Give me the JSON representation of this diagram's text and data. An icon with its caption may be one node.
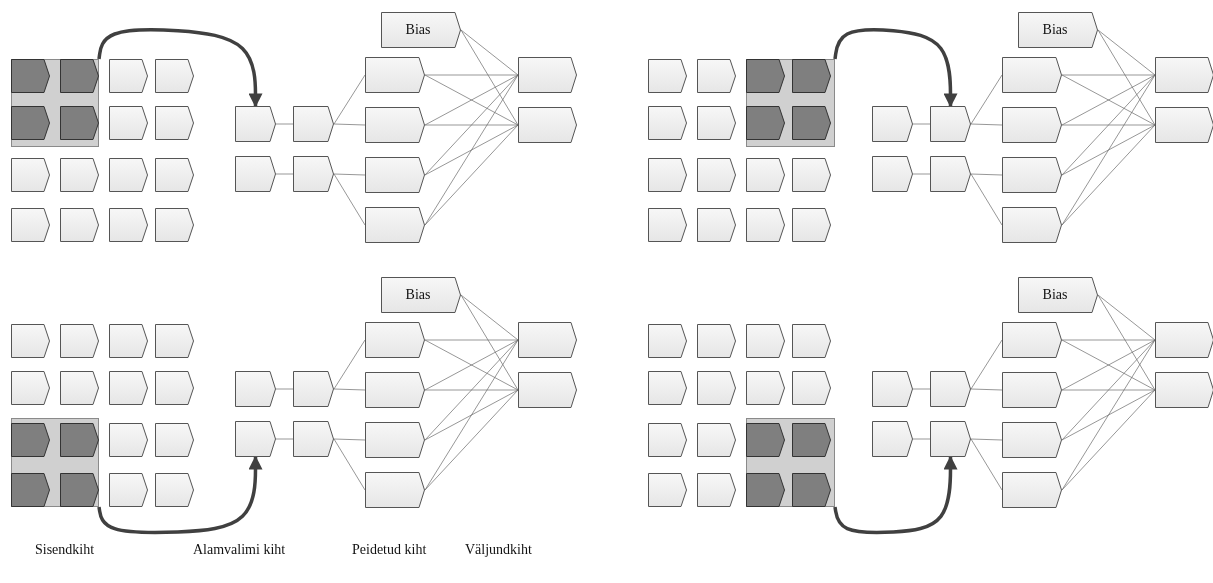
{
  "diagram": {
    "nodes": [
      {
        "text": [],
        "shape": "box"
      },
      {
        "text": [],
        "shape": "pentagon",
        "in": 0
      },
      {
        "text": [],
        "shape": "pentagon",
        "in": 0
      },
      {
        "text": [],
        "shape": "pentagon"
      },
      {
        "text": [],
        "shape": "pentagon"
      },
      {
        "text": [],
        "shape": "pentagon",
        "in": 0
      },
      {
        "text": [],
        "shape": "pentagon",
        "in": 0
      },
      {
        "text": [],
        "shape": "pentagon"
      },
      {
        "text": [],
        "shape": "pentagon"
      },
      {
        "text": [],
        "shape": "pentagon"
      },
      {
        "text": [],
        "shape": "pentagon"
      },
      {
        "text": [],
        "shape": "pentagon"
      },
      {
        "text": [],
        "shape": "pentagon"
      },
      {
        "text": [],
        "shape": "pentagon"
      },
      {
        "text": [],
        "shape": "pentagon"
      },
      {
        "text": [],
        "shape": "pentagon"
      },
      {
        "text": [],
        "shape": "pentagon"
      },
      {
        "text": [],
        "shape": "pentagon"
      },
      {
        "text": [],
        "shape": "pentagon"
      },
      {
        "text": [],
        "shape": "pentagon"
      },
      {
        "text": [],
        "shape": "pentagon"
      },
      {
        "text": [
          "Bias"
        ]
      },
      {
        "text": [],
        "shape": "pentagon"
      },
      {
        "text": [],
        "shape": "pentagon"
      },
      {
        "text": [],
        "shape": "pentagon"
      },
      {
        "text": [],
        "shape": "pentagon"
      },
      {
        "text": [],
        "shape": "pentagon"
      },
      {
        "text": [],
        "shape": "pentagon"
      },
      {
        "text": [],
        "shape": "box"
      },
      {
        "text": [],
        "shape": "pentagon"
      },
      {
        "text": [],
        "shape": "pentagon"
      },
      {
        "text": [],
        "shape": "pentagon",
        "in": 28
      },
      {
        "text": [],
        "shape": "pentagon",
        "in": 28
      },
      {
        "text": [],
        "shape": "pentagon"
      },
      {
        "text": [],
        "shape": "pentagon"
      },
      {
        "text": [],
        "shape": "pentagon",
        "in": 28
      },
      {
        "text": [],
        "shape": "pentagon",
        "in": 28
      },
      {
        "text": [],
        "shape": "pentagon"
      },
      {
        "text": [],
        "shape": "pentagon"
      },
      {
        "text": [],
        "shape": "pentagon"
      },
      {
        "text": [],
        "shape": "pentagon"
      },
      {
        "text": [],
        "shape": "pentagon"
      },
      {
        "text": [],
        "shape": "pentagon"
      },
      {
        "text": [],
        "shape": "pentagon"
      },
      {
        "text": [],
        "shape": "pentagon"
      },
      {
        "text": [],
        "shape": "pentagon"
      },
      {
        "text": [],
        "shape": "pentagon"
      },
      {
        "text": [],
        "shape": "pentagon"
      },
      {
        "text": [],
        "shape": "pentagon"
      },
      {
        "text": [
          "Bias"
        ]
      },
      {
        "text": [],
        "shape": "pentagon"
      },
      {
        "text": [],
        "shape": "pentagon"
      },
      {
        "text": [],
        "shape": "pentagon"
      },
      {
        "text": [],
        "shape": "pentagon"
      },
      {
        "text": [],
        "shape": "pentagon"
      },
      {
        "text": [],
        "shape": "pentagon"
      },
      {
        "text": [],
        "shape": "box"
      },
      {
        "text": [],
        "shape": "pentagon"
      },
      {
        "text": [],
        "shape": "pentagon"
      },
      {
        "text": [],
        "shape": "pentagon"
      },
      {
        "text": [],
        "shape": "pentagon"
      },
      {
        "text": [],
        "shape": "pentagon"
      },
      {
        "text": [],
        "shape": "pentagon"
      },
      {
        "text": [],
        "shape": "pentagon"
      },
      {
        "text": [],
        "shape": "pentagon"
      },
      {
        "text": [],
        "shape": "pentagon",
        "in": 56
      },
      {
        "text": [],
        "shape": "pentagon",
        "in": 56
      },
      {
        "text": [],
        "shape": "pentagon"
      },
      {
        "text": [],
        "shape": "pentagon"
      },
      {
        "text": [],
        "shape": "pentagon",
        "in": 56
      },
      {
        "text": [],
        "shape": "pentagon",
        "in": 56
      },
      {
        "text": [],
        "shape": "pentagon"
      },
      {
        "text": [],
        "shape": "pentagon"
      },
      {
        "text": [],
        "shape": "pentagon"
      },
      {
        "text": [],
        "shape": "pentagon"
      },
      {
        "text": [],
        "shape": "pentagon"
      },
      {
        "text": [],
        "shape": "pentagon"
      },
      {
        "text": [
          "Bias"
        ]
      },
      {
        "text": [],
        "shape": "pentagon"
      },
      {
        "text": [],
        "shape": "pentagon"
      },
      {
        "text": [],
        "shape": "pentagon"
      },
      {
        "text": [],
        "shape": "pentagon"
      },
      {
        "text": [],
        "shape": "pentagon"
      },
      {
        "text": [],
        "shape": "pentagon"
      },
      {
        "text": [],
        "shape": "box"
      },
      {
        "text": [],
        "shape": "pentagon"
      },
      {
        "text": [],
        "shape": "pentagon"
      },
      {
        "text": [],
        "shape": "pentagon"
      },
      {
        "text": [],
        "shape": "pentagon"
      },
      {
        "text": [],
        "shape": "pentagon"
      },
      {
        "text": [],
        "shape": "pentagon"
      },
      {
        "text": [],
        "shape": "pentagon"
      },
      {
        "text": [],
        "shape": "pentagon"
      },
      {
        "text": [],
        "shape": "pentagon"
      },
      {
        "text": [],
        "shape": "pentagon"
      },
      {
        "text": [],
        "shape": "pentagon",
        "in": 84
      },
      {
        "text": [],
        "shape": "pentagon",
        "in": 84
      },
      {
        "text": [],
        "shape": "pentagon"
      },
      {
        "text": [],
        "shape": "pentagon"
      },
      {
        "text": [],
        "shape": "pentagon",
        "in": 84
      },
      {
        "text": [],
        "shape": "pentagon",
        "in": 84
      },
      {
        "text": [],
        "shape": "pentagon"
      },
      {
        "text": [],
        "shape": "pentagon"
      },
      {
        "text": [],
        "shape": "pentagon"
      },
      {
        "text": [],
        "shape": "pentagon"
      },
      {
        "text": [
          "Bias"
        ]
      },
      {
        "text": [],
        "shape": "pentagon"
      },
      {
        "text": [],
        "shape": "pentagon"
      },
      {
        "text": [],
        "shape": "pentagon"
      },
      {
        "text": [],
        "shape": "pentagon"
      },
      {
        "text": [],
        "shape": "pentagon"
      },
      {
        "text": [],
        "shape": "pentagon"
      }
    ],
    "edges": [
      {
        "from": 0,
        "to": 17,
        "arrow": "to",
        "style": "thick"
      },
      {
        "from": 17,
        "to": 19,
        "arrow": "none"
      },
      {
        "from": 18,
        "to": 20,
        "arrow": "none"
      },
      {
        "from": 19,
        "to": 22,
        "arrow": "none"
      },
      {
        "from": 19,
        "to": 23,
        "arrow": "none"
      },
      {
        "from": 20,
        "to": 24,
        "arrow": "none"
      },
      {
        "from": 20,
        "to": 25,
        "arrow": "none"
      },
      {
        "from": 22,
        "to": 26,
        "arrow": "none"
      },
      {
        "from": 22,
        "to": 27,
        "arrow": "none"
      },
      {
        "from": 23,
        "to": 26,
        "arrow": "none"
      },
      {
        "from": 23,
        "to": 27,
        "arrow": "none"
      },
      {
        "from": 24,
        "to": 26,
        "arrow": "none"
      },
      {
        "from": 24,
        "to": 27,
        "arrow": "none"
      },
      {
        "from": 25,
        "to": 26,
        "arrow": "none"
      },
      {
        "from": 25,
        "to": 27,
        "arrow": "none"
      },
      {
        "from": 21,
        "to": 26,
        "arrow": "none"
      },
      {
        "from": 21,
        "to": 27,
        "arrow": "none"
      },
      {
        "from": 28,
        "to": 47,
        "arrow": "to",
        "style": "thick"
      },
      {
        "from": 45,
        "to": 47,
        "arrow": "none"
      },
      {
        "from": 46,
        "to": 48,
        "arrow": "none"
      },
      {
        "from": 47,
        "to": 50,
        "arrow": "none"
      },
      {
        "from": 47,
        "to": 51,
        "arrow": "none"
      },
      {
        "from": 48,
        "to": 52,
        "arrow": "none"
      },
      {
        "from": 48,
        "to": 53,
        "arrow": "none"
      },
      {
        "from": 50,
        "to": 54,
        "arrow": "none"
      },
      {
        "from": 50,
        "to": 55,
        "arrow": "none"
      },
      {
        "from": 51,
        "to": 54,
        "arrow": "none"
      },
      {
        "from": 51,
        "to": 55,
        "arrow": "none"
      },
      {
        "from": 52,
        "to": 54,
        "arrow": "none"
      },
      {
        "from": 52,
        "to": 55,
        "arrow": "none"
      },
      {
        "from": 53,
        "to": 54,
        "arrow": "none"
      },
      {
        "from": 53,
        "to": 55,
        "arrow": "none"
      },
      {
        "from": 49,
        "to": 54,
        "arrow": "none"
      },
      {
        "from": 49,
        "to": 55,
        "arrow": "none"
      },
      {
        "from": 56,
        "to": 74,
        "arrow": "to",
        "style": "thick"
      },
      {
        "from": 73,
        "to": 75,
        "arrow": "none"
      },
      {
        "from": 74,
        "to": 76,
        "arrow": "none"
      },
      {
        "from": 75,
        "to": 78,
        "arrow": "none"
      },
      {
        "from": 75,
        "to": 79,
        "arrow": "none"
      },
      {
        "from": 76,
        "to": 80,
        "arrow": "none"
      },
      {
        "from": 76,
        "to": 81,
        "arrow": "none"
      },
      {
        "from": 78,
        "to": 82,
        "arrow": "none"
      },
      {
        "from": 78,
        "to": 83,
        "arrow": "none"
      },
      {
        "from": 79,
        "to": 82,
        "arrow": "none"
      },
      {
        "from": 79,
        "to": 83,
        "arrow": "none"
      },
      {
        "from": 80,
        "to": 82,
        "arrow": "none"
      },
      {
        "from": 80,
        "to": 83,
        "arrow": "none"
      },
      {
        "from": 81,
        "to": 82,
        "arrow": "none"
      },
      {
        "from": 81,
        "to": 83,
        "arrow": "none"
      },
      {
        "from": 77,
        "to": 82,
        "arrow": "none"
      },
      {
        "from": 77,
        "to": 83,
        "arrow": "none"
      },
      {
        "from": 84,
        "to": 104,
        "arrow": "to",
        "style": "thick"
      },
      {
        "from": 101,
        "to": 103,
        "arrow": "none"
      },
      {
        "from": 102,
        "to": 104,
        "arrow": "none"
      },
      {
        "from": 103,
        "to": 106,
        "arrow": "none"
      },
      {
        "from": 103,
        "to": 107,
        "arrow": "none"
      },
      {
        "from": 104,
        "to": 108,
        "arrow": "none"
      },
      {
        "from": 104,
        "to": 109,
        "arrow": "none"
      },
      {
        "from": 106,
        "to": 110,
        "arrow": "none"
      },
      {
        "from": 106,
        "to": 111,
        "arrow": "none"
      },
      {
        "from": 107,
        "to": 110,
        "arrow": "none"
      },
      {
        "from": 107,
        "to": 111,
        "arrow": "none"
      },
      {
        "from": 108,
        "to": 110,
        "arrow": "none"
      },
      {
        "from": 108,
        "to": 111,
        "arrow": "none"
      },
      {
        "from": 109,
        "to": 110,
        "arrow": "none"
      },
      {
        "from": 109,
        "to": 111,
        "arrow": "none"
      },
      {
        "from": 105,
        "to": 110,
        "arrow": "none"
      },
      {
        "from": 105,
        "to": 111,
        "arrow": "none"
      }
    ],
    "labels": [
      "Sisendkiht",
      "Alamvalimi kiht",
      "Peidetud kiht",
      "Väljundkiht"
    ]
  }
}
